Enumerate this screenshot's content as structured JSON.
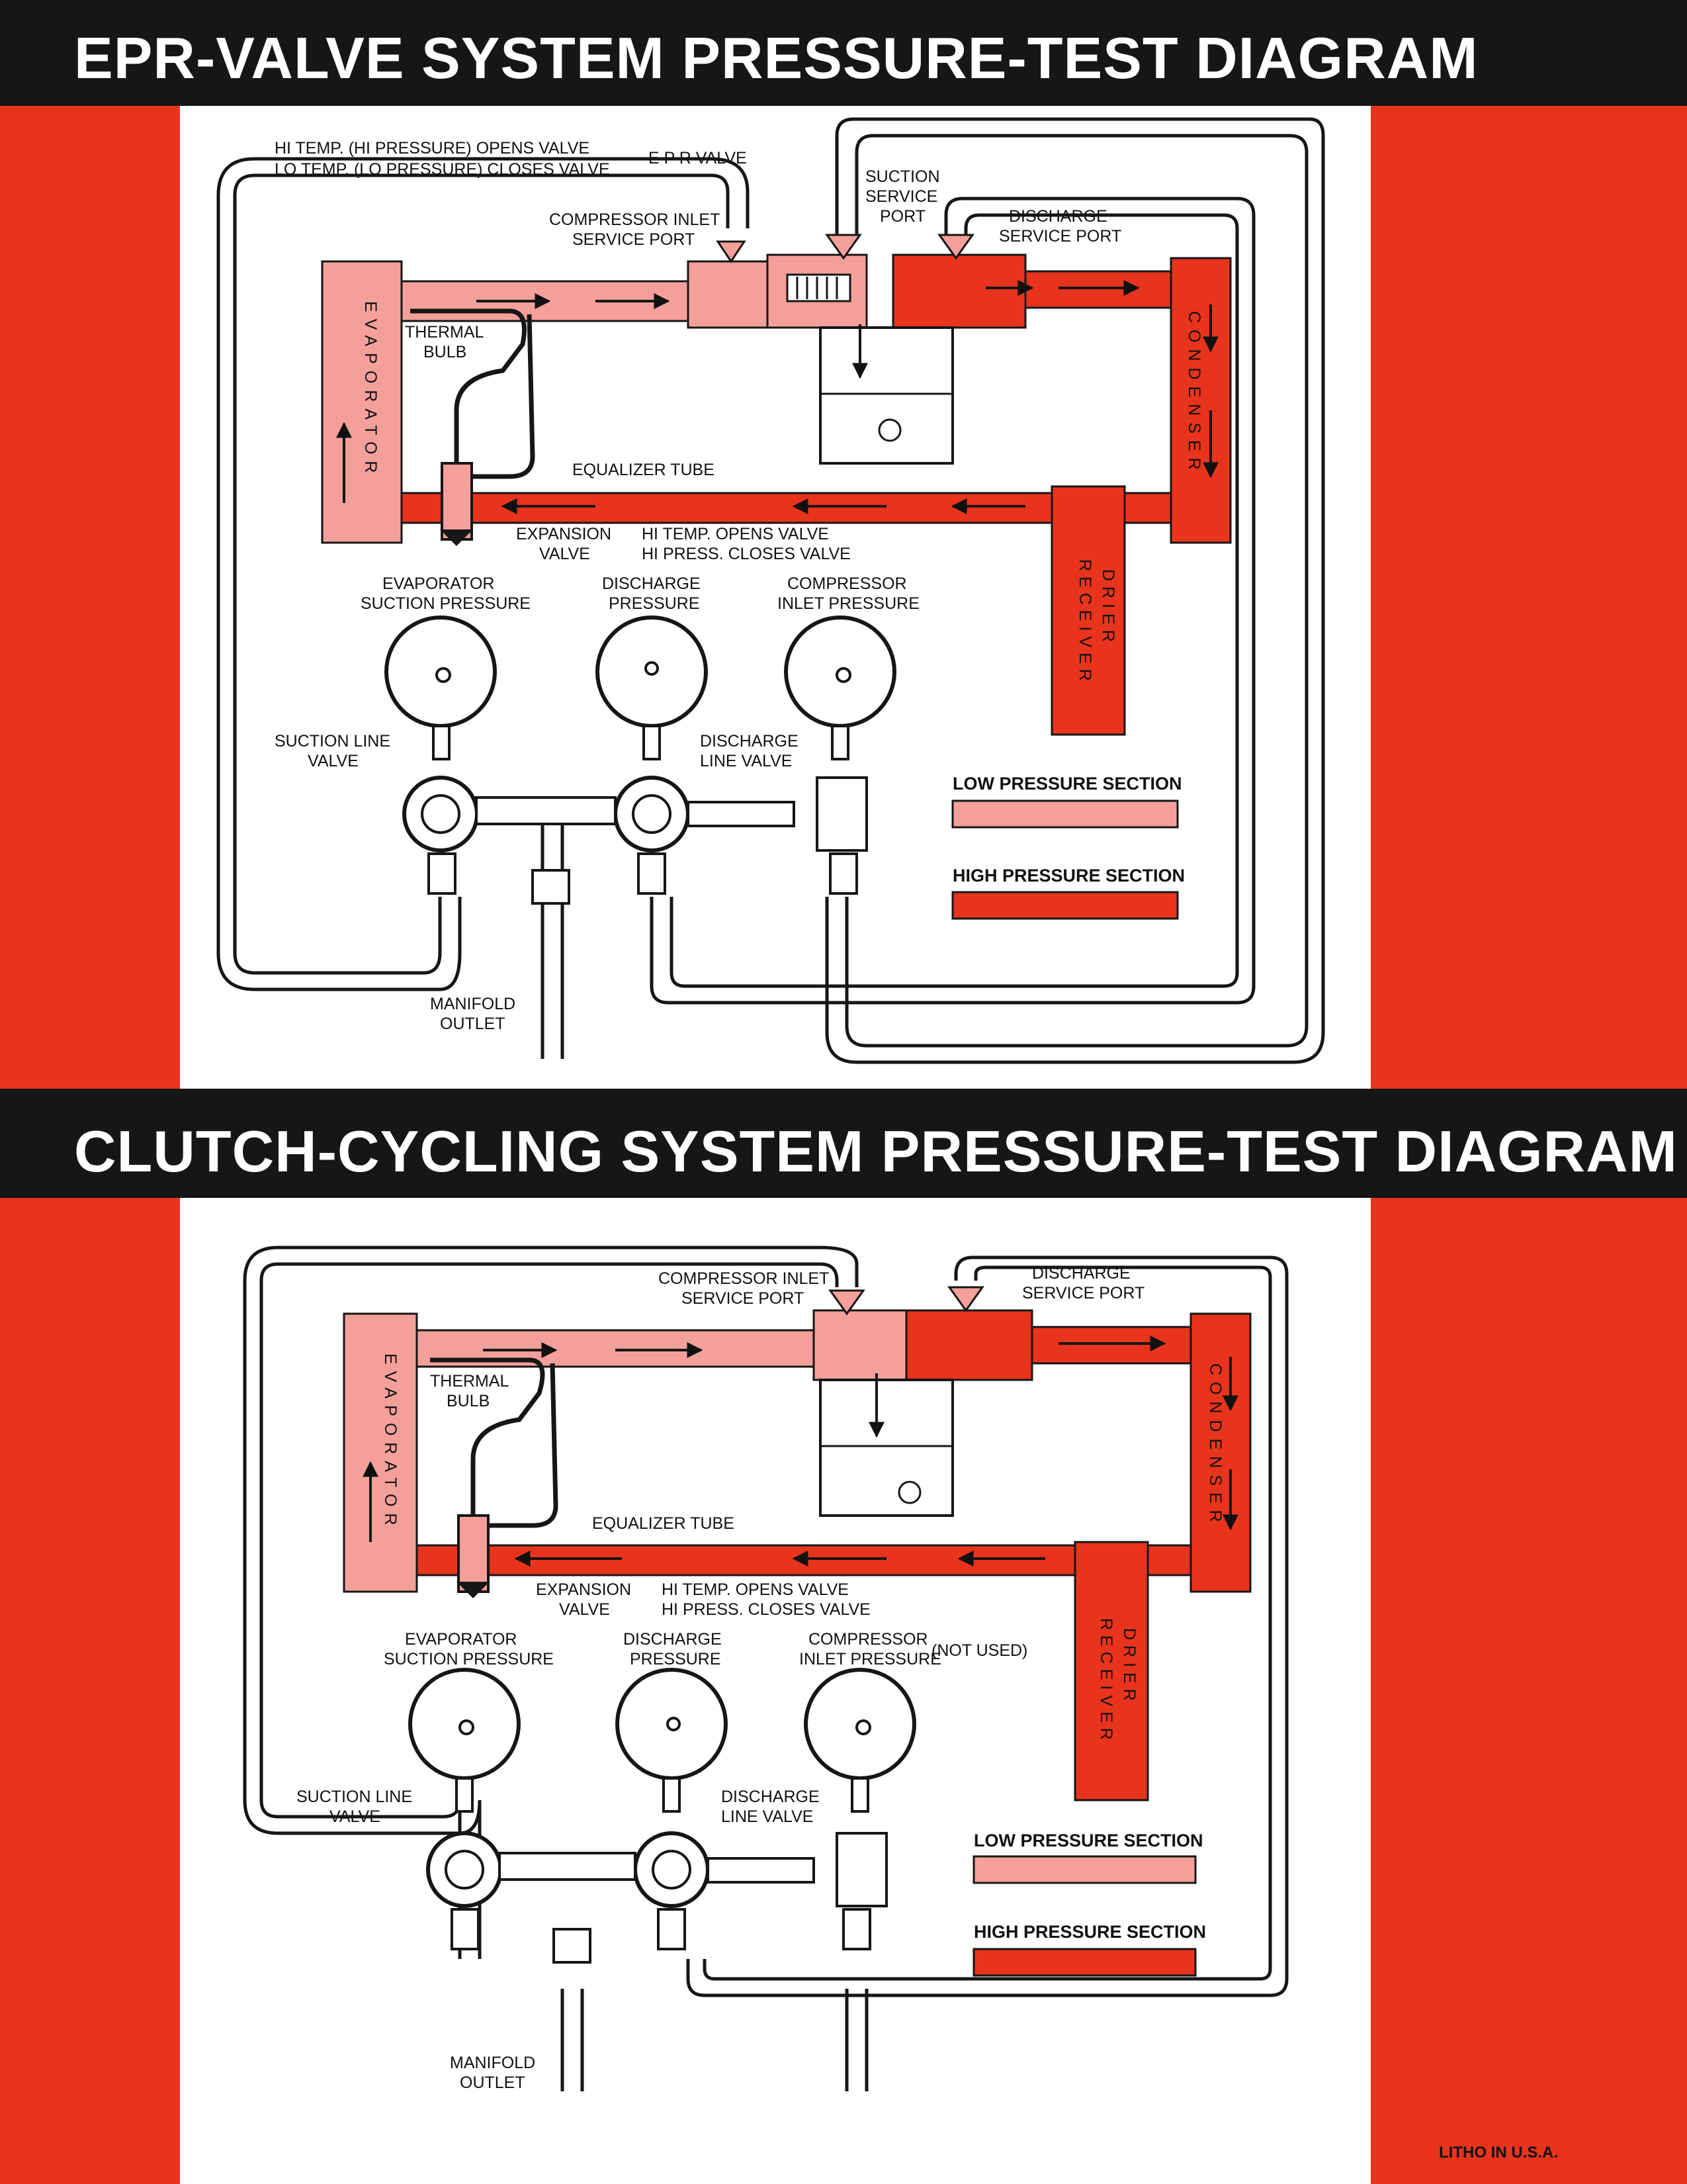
{
  "colors": {
    "background": "#e8341c",
    "banner": "#161616",
    "panel": "#ffffff",
    "low_pressure": "#f4a09a",
    "high_pressure": "#e8341c",
    "line": "#161616"
  },
  "diagrams": [
    {
      "title": "EPR-VALVE SYSTEM PRESSURE-TEST DIAGRAM",
      "epr_note_1": "HI TEMP. (HI PRESSURE) OPENS VALVE",
      "epr_note_2": "LO TEMP. (LO PRESSURE) CLOSES VALVE",
      "epr_valve": "E P R  VALVE",
      "suction_port_1": "SUCTION",
      "suction_port_2": "SERVICE",
      "suction_port_3": "PORT",
      "compressor_inlet_1": "COMPRESSOR INLET",
      "compressor_inlet_2": "SERVICE PORT",
      "discharge_port_1": "DISCHARGE",
      "discharge_port_2": "SERVICE PORT",
      "thermal_bulb_1": "THERMAL",
      "thermal_bulb_2": "BULB",
      "equalizer_tube": "EQUALIZER TUBE",
      "expansion_valve_1": "EXPANSION",
      "expansion_valve_2": "VALVE",
      "expansion_note_1": "HI TEMP. OPENS VALVE",
      "expansion_note_2": "HI PRESS. CLOSES VALVE",
      "evaporator": "EVAPORATOR",
      "condenser": "CONDENSER",
      "receiver": "RECEIVER",
      "drier": "DRIER",
      "gauge_evap_1": "EVAPORATOR",
      "gauge_evap_2": "SUCTION PRESSURE",
      "gauge_disch_1": "DISCHARGE",
      "gauge_disch_2": "PRESSURE",
      "gauge_comp_1": "COMPRESSOR",
      "gauge_comp_2": "INLET PRESSURE",
      "not_used": "",
      "suction_line_1": "SUCTION LINE",
      "suction_line_2": "VALVE",
      "discharge_line_1": "DISCHARGE",
      "discharge_line_2": "LINE VALVE",
      "manifold_1": "MANIFOLD",
      "manifold_2": "OUTLET",
      "legend_low": "LOW PRESSURE SECTION",
      "legend_high": "HIGH PRESSURE SECTION"
    },
    {
      "title": "CLUTCH-CYCLING SYSTEM PRESSURE-TEST DIAGRAM",
      "compressor_inlet_1": "COMPRESSOR INLET",
      "compressor_inlet_2": "SERVICE PORT",
      "discharge_port_1": "DISCHARGE",
      "discharge_port_2": "SERVICE PORT",
      "thermal_bulb_1": "THERMAL",
      "thermal_bulb_2": "BULB",
      "equalizer_tube": "EQUALIZER TUBE",
      "expansion_valve_1": "EXPANSION",
      "expansion_valve_2": "VALVE",
      "expansion_note_1": "HI TEMP. OPENS VALVE",
      "expansion_note_2": "HI PRESS. CLOSES VALVE",
      "evaporator": "EVAPORATOR",
      "condenser": "CONDENSER",
      "receiver": "RECEIVER",
      "drier": "DRIER",
      "gauge_evap_1": "EVAPORATOR",
      "gauge_evap_2": "SUCTION PRESSURE",
      "gauge_disch_1": "DISCHARGE",
      "gauge_disch_2": "PRESSURE",
      "gauge_comp_1": "COMPRESSOR",
      "gauge_comp_2": "INLET PRESSURE",
      "not_used": "(NOT USED)",
      "suction_line_1": "SUCTION LINE",
      "suction_line_2": "VALVE",
      "discharge_line_1": "DISCHARGE",
      "discharge_line_2": "LINE VALVE",
      "manifold_1": "MANIFOLD",
      "manifold_2": "OUTLET",
      "legend_low": "LOW PRESSURE SECTION",
      "legend_high": "HIGH PRESSURE SECTION"
    }
  ],
  "footer": "LITHO IN U.S.A."
}
